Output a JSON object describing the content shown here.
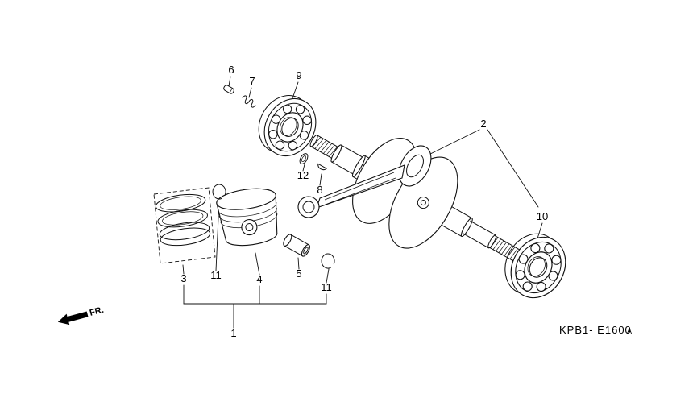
{
  "diagram": {
    "fr_label": "FR.",
    "code": "KPB1- E1600",
    "code_suffix": "A"
  },
  "colors": {
    "line": "#111111",
    "background": "#ffffff"
  },
  "part_numbers": {
    "assembly": "1",
    "crankshaft": "2",
    "ring_set": "3",
    "piston": "4",
    "piston_pin": "5",
    "pin": "6",
    "spring": "7",
    "key": "8",
    "bearing_left": "9",
    "bearing_right": "10",
    "circlip": "11",
    "washer": "12"
  }
}
